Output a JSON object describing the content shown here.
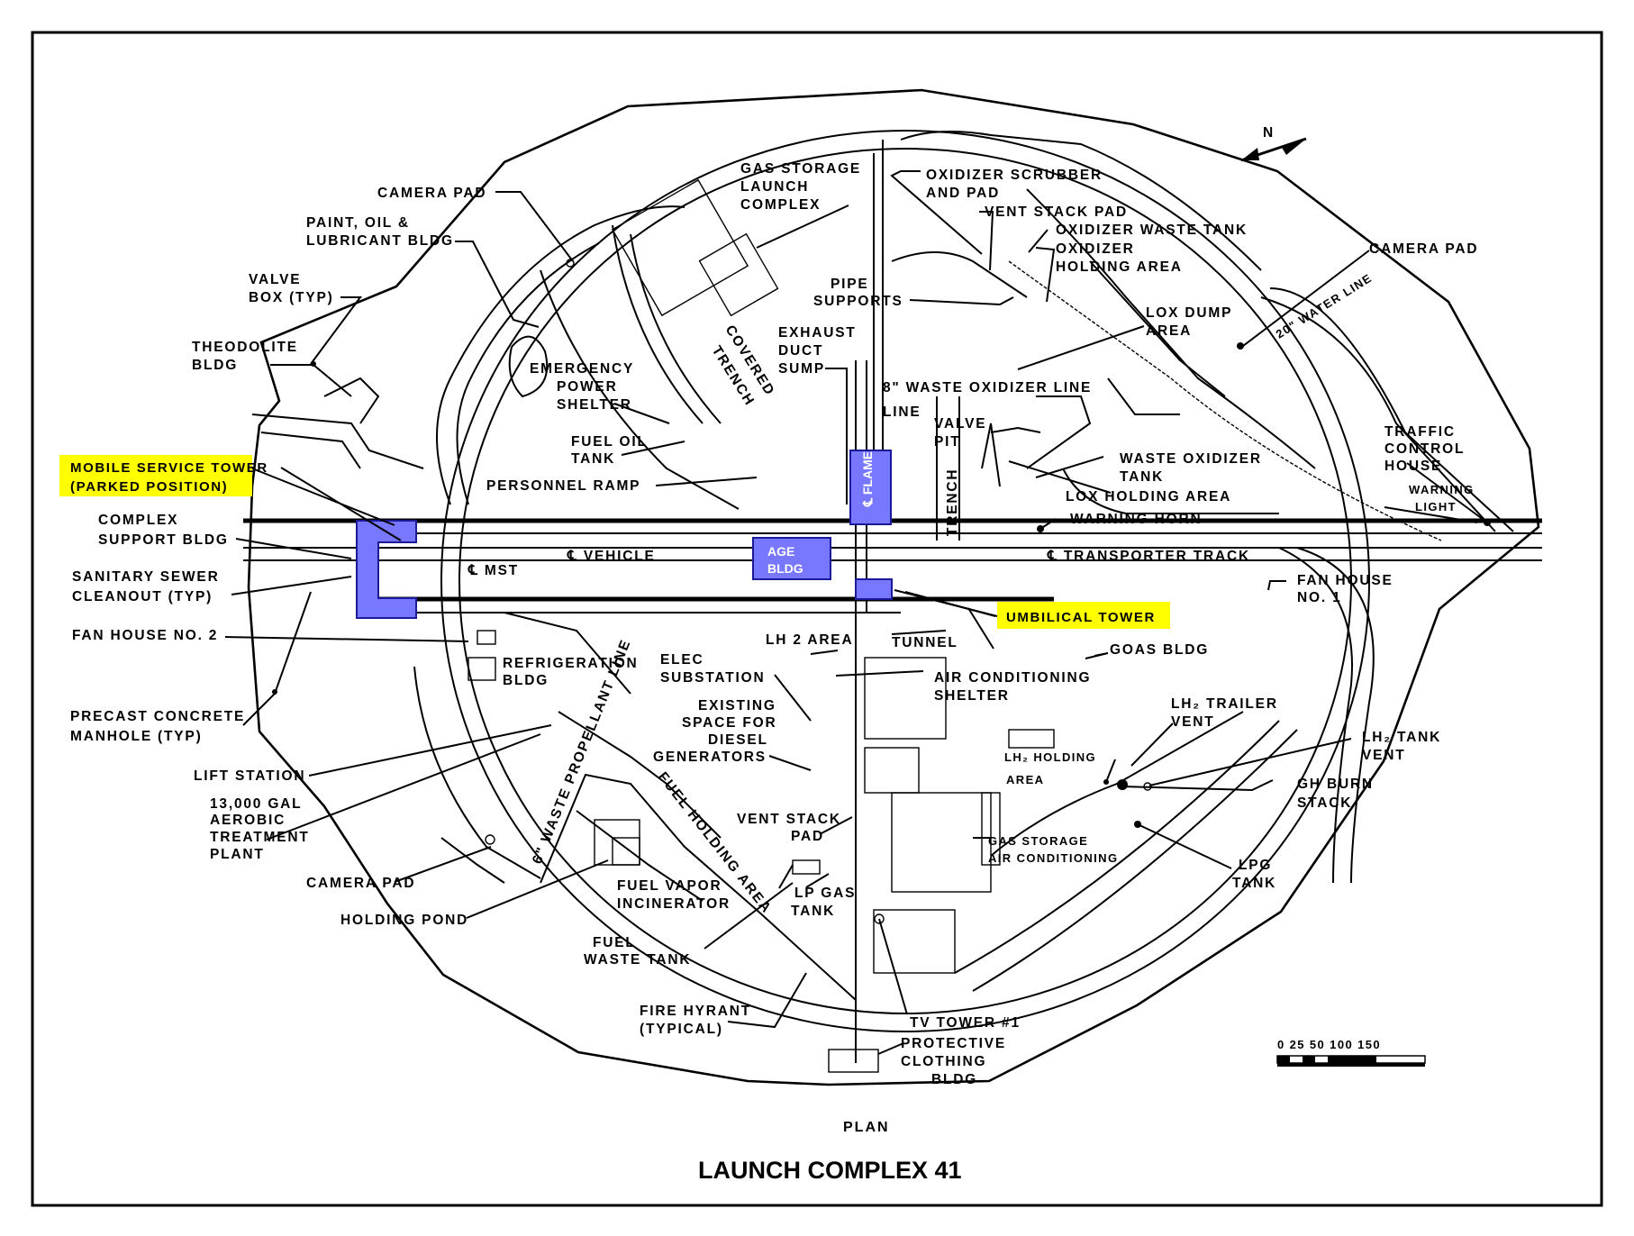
{
  "title": "LAUNCH COMPLEX 41",
  "view_label": "PLAN",
  "north_label": "N",
  "scale_ticks": "0 25 50    100    150",
  "highlighted": {
    "mobile_service_tower_1": "MOBILE SERVICE TOWER",
    "mobile_service_tower_2": "(PARKED POSITION)",
    "umbilical_tower": "UMBILICAL TOWER"
  },
  "blue_labels": {
    "age_1": "AGE",
    "age_2": "BLDG",
    "flame": "℄ FLAME"
  },
  "track_labels": {
    "mst": "℄ MST",
    "vehicle": "℄ VEHICLE",
    "transporter": "℄ TRANSPORTER  TRACK",
    "trench_covered": "COVERED",
    "trench_word": "TRENCH",
    "trench_right": "TRENCH",
    "propellant_line": "6\" WASTE PROPELLANT LINE",
    "fuel_holding": "FUEL HOLDING AREA",
    "water_line": "20\" WATER LINE",
    "waste_ox_line_1": "8\" WASTE OXIDIZER LINE",
    "waste_ox_line_2": "LINE"
  },
  "labels": {
    "camera_pad_top": "CAMERA PAD",
    "paint_1": "PAINT, OIL &",
    "paint_2": "LUBRICANT BLDG",
    "valve_box_1": "VALVE",
    "valve_box_2": "BOX (TYP)",
    "theodolite_1": "THEODOLITE",
    "theodolite_2": "BLDG",
    "complex_support_1": "COMPLEX",
    "complex_support_2": "SUPPORT BLDG",
    "sanitary_1": "SANITARY SEWER",
    "sanitary_2": "CLEANOUT (TYP)",
    "fan_house_2": "FAN HOUSE NO. 2",
    "precast_1": "PRECAST CONCRETE",
    "precast_2": "MANHOLE (TYP)",
    "lift_station": "LIFT STATION",
    "aerobic_1": "13,000 GAL",
    "aerobic_2": "AEROBIC",
    "aerobic_3": "TREATMENT",
    "aerobic_4": "PLANT",
    "camera_pad_bl": "CAMERA PAD",
    "holding_pond": "HOLDING POND",
    "gas_storage_1": "GAS STORAGE",
    "gas_storage_2": "LAUNCH",
    "gas_storage_3": "COMPLEX",
    "emergency_1": "EMERGENCY",
    "emergency_2": "POWER",
    "emergency_3": "SHELTER",
    "fuel_oil_1": "FUEL OIL",
    "fuel_oil_2": "TANK",
    "personnel_ramp": "PERSONNEL RAMP",
    "pipe_1": "PIPE",
    "pipe_2": "SUPPORTS",
    "exhaust_1": "EXHAUST",
    "exhaust_2": "DUCT",
    "exhaust_3": "SUMP",
    "ox_scrubber_1": "OXIDIZER SCRUBBER",
    "ox_scrubber_2": "AND PAD",
    "vent_stack_top": "VENT STACK PAD",
    "ox_waste_tank": "OXIDIZER WASTE TANK",
    "ox_holding_1": "OXIDIZER",
    "ox_holding_2": "HOLDING AREA",
    "camera_pad_tr": "CAMERA PAD",
    "lox_dump_1": "LOX DUMP",
    "lox_dump_2": "AREA",
    "valve_pit_1": "VALVE",
    "valve_pit_2": "PIT",
    "waste_ox_tank_1": "WASTE OXIDIZER",
    "waste_ox_tank_2": "TANK",
    "lox_holding": "LOX HOLDING AREA",
    "warning_horn": "WARNING HORN",
    "traffic_1": "TRAFFIC",
    "traffic_2": "CONTROL",
    "traffic_3": "HOUSE",
    "warning_light_1": "WARNING",
    "warning_light_2": "LIGHT",
    "fan_house_1_a": "FAN HOUSE",
    "fan_house_1_b": "NO. 1",
    "lh2_area": "LH 2 AREA",
    "tunnel": "TUNNEL",
    "goas_bldg": "GOAS BLDG",
    "refrigeration_1": "REFRIGERATION",
    "refrigeration_2": "BLDG",
    "elec_1": "ELEC",
    "elec_2": "SUBSTATION",
    "air_cond_1": "AIR CONDITIONING",
    "air_cond_2": "SHELTER",
    "existing_1": "EXISTING",
    "existing_2": "SPACE FOR",
    "existing_3": "DIESEL",
    "existing_4": "GENERATORS",
    "lh2_trailer_1": "LH₂ TRAILER",
    "lh2_trailer_2": "VENT",
    "lh2_tank_vent_1": "LH₂ TANK",
    "lh2_tank_vent_2": "VENT",
    "lh2_holding_1": "LH₂ HOLDING",
    "lh2_holding_2": "AREA",
    "gh_burn_1": "GH BURN",
    "gh_burn_2": "STACK",
    "vent_stack_bottom_1": "VENT STACK",
    "vent_stack_bottom_2": "PAD",
    "gas_storage_ac_1": "GAS STORAGE",
    "gas_storage_ac_2": "AIR CONDITIONING",
    "lpg_1": "LPG",
    "lpg_2": "TANK",
    "fuel_vapor_1": "FUEL VAPOR",
    "fuel_vapor_2": "INCINERATOR",
    "lp_gas_1": "LP GAS",
    "lp_gas_2": "TANK",
    "fuel_waste_1": "FUEL",
    "fuel_waste_2": "WASTE TANK",
    "fire_hydrant_1": "FIRE HYRANT",
    "fire_hydrant_2": "(TYPICAL)",
    "tv_tower": "TV TOWER #1",
    "protective_1": "PROTECTIVE",
    "protective_2": "CLOTHING",
    "protective_3": "BLDG"
  }
}
